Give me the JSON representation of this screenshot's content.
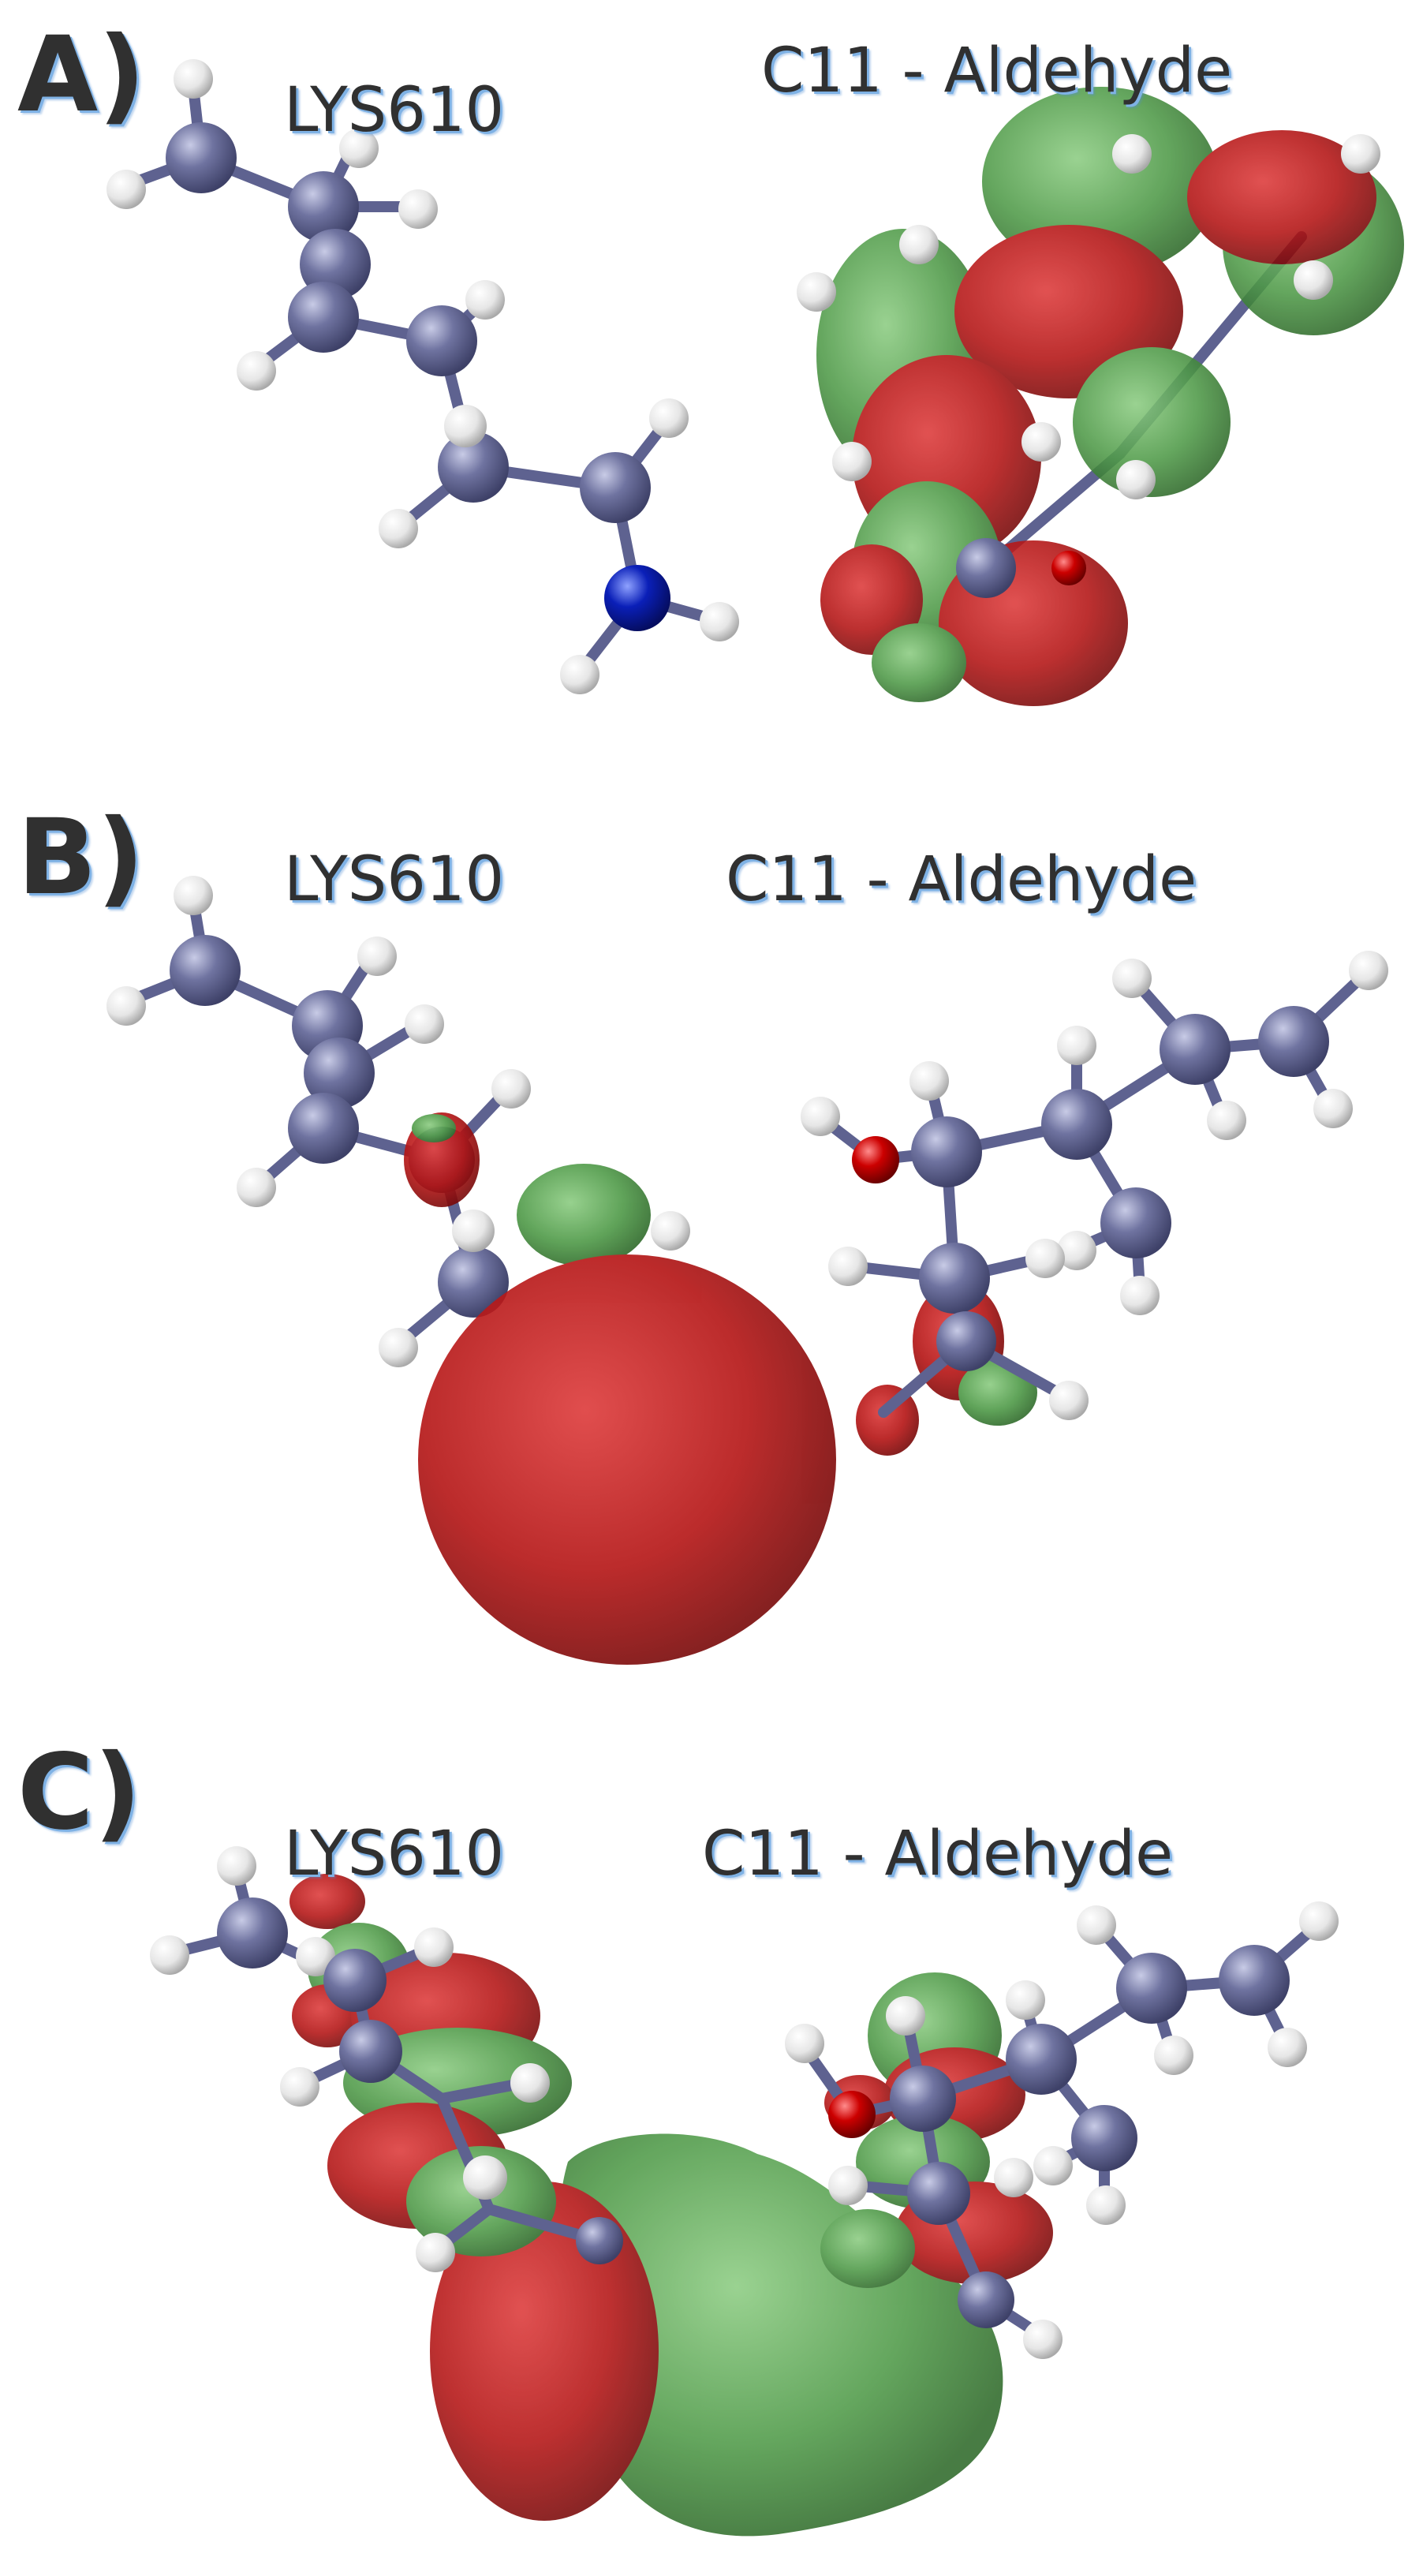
{
  "panels": [
    {
      "letter": "A)",
      "left_label": "LYS610",
      "right_label": "C11 - Aldehyde"
    },
    {
      "letter": "B)",
      "left_label": "LYS610",
      "right_label": "C11 - Aldehyde"
    },
    {
      "letter": "C)",
      "left_label": "LYS610",
      "right_label": "C11 - Aldehyde"
    }
  ],
  "colors": {
    "text": "#303030",
    "text_shadow": "#7fb2e5",
    "carbon": "#6a6e99",
    "hydrogen": "#eeeeee",
    "nitrogen": "#0a1fb8",
    "oxygen": "#cc0000",
    "bond": "#5e6290",
    "orbital_positive": "#b41414",
    "orbital_negative": "#4f9a48"
  },
  "atom_types": [
    "carbon",
    "hydrogen",
    "nitrogen",
    "oxygen"
  ],
  "orbital_lobes": [
    "positive-phase (red)",
    "negative-phase (green)"
  ]
}
